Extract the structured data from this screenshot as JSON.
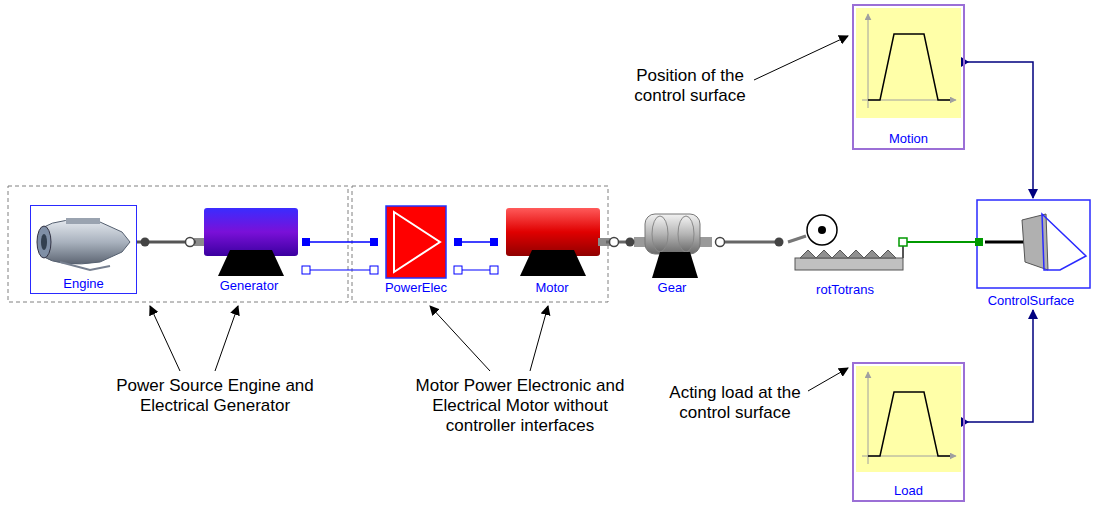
{
  "diagram": {
    "nodes": [
      {
        "text": [
          "Motion"
        ]
      },
      {
        "text": [
          "Engine"
        ]
      },
      {
        "text": [
          "Generator"
        ]
      },
      {
        "text": [
          "PowerElec"
        ]
      },
      {
        "text": [
          "Motor"
        ]
      },
      {
        "text": [
          "Gear"
        ]
      },
      {
        "text": [
          "rotTotrans"
        ]
      },
      {
        "text": [
          "ControlSurface"
        ]
      },
      {
        "text": [
          "Load"
        ]
      }
    ],
    "edges": [
      {
        "from": 1,
        "to": 2,
        "arrow": "none"
      },
      {
        "from": 2,
        "to": 3,
        "arrow": "none"
      },
      {
        "from": 2,
        "to": 3,
        "arrow": "none"
      },
      {
        "from": 3,
        "to": 4,
        "arrow": "none"
      },
      {
        "from": 3,
        "to": 4,
        "arrow": "none"
      },
      {
        "from": 4,
        "to": 5,
        "arrow": "none"
      },
      {
        "from": 5,
        "to": 6,
        "arrow": "none"
      },
      {
        "from": 6,
        "to": 7,
        "arrow": "none"
      },
      {
        "from": 0,
        "to": 7,
        "arrow": "to"
      },
      {
        "from": 8,
        "to": 7,
        "arrow": "to"
      }
    ],
    "labels": [
      "Position of the control surface",
      "Power Source Engine and Electrical Generator",
      "Motor Power Electronic and Electrical Motor without controller interfaces",
      "Acting load at the control surface"
    ]
  }
}
